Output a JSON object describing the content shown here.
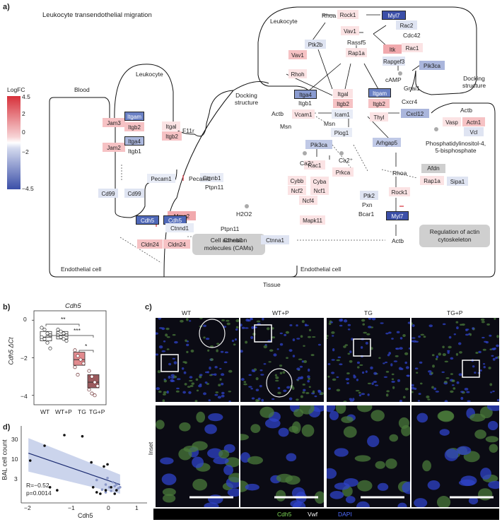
{
  "panel_labels": {
    "a": "a)",
    "b": "b)",
    "c": "c)",
    "d": "d)"
  },
  "pathway": {
    "title": "Leukocyte transendothelial migration",
    "compartments": {
      "blood": "Blood",
      "leukocyte_left": "Leukocyte",
      "leukocyte_right": "Leukocyte",
      "docking_mid": "Docking\nstructure",
      "docking_right": "Docking\nstructure",
      "endothelial_left": "Endothelial cell",
      "endothelial_right": "Endothelial cell",
      "tissue": "Tissue"
    },
    "gray_boxes": {
      "cams": "Cell adhesion\nmolecules (CAMs)",
      "actin": "Regulation of actin\ncytoskeleton",
      "afdn": "Afdn"
    },
    "legend": {
      "title": "LogFC",
      "ticks": [
        "4.5",
        "2",
        "0",
        "−2",
        "−4.5"
      ],
      "color_high": "#d7303a",
      "color_low": "#3b4fa8"
    },
    "genes": [
      {
        "id": "Jam3",
        "color": "#f6c2c4"
      },
      {
        "id": "Itgam_l",
        "text": "Itgam",
        "color": "#6a80c4"
      },
      {
        "id": "Itgb2_l",
        "text": "Itgb2",
        "color": "#f6c2c4"
      },
      {
        "id": "Jam2",
        "color": "#f6c2c4"
      },
      {
        "id": "Itga4_l",
        "text": "Itga4",
        "color": "#aab6dc"
      },
      {
        "id": "Cd99_a",
        "text": "Cd99",
        "color": "#dfe4f2"
      },
      {
        "id": "Cd99_b",
        "text": "Cd99",
        "color": "#dfe4f2"
      },
      {
        "id": "Itgal_m",
        "text": "Itgal",
        "color": "#fbe3e4"
      },
      {
        "id": "Itgb2_m",
        "text": "Itgb2",
        "color": "#f6c2c4"
      },
      {
        "id": "Pecam1_a",
        "text": "Pecam1",
        "color": "#e8ecf6"
      },
      {
        "id": "Ctnnb1_a",
        "text": "Ctnnb1",
        "color": "#e8ecf6"
      },
      {
        "id": "Mmp2",
        "color": "#f1a9ad"
      },
      {
        "id": "Cdh5_a",
        "text": "Cdh5",
        "color": "#4f68b8"
      },
      {
        "id": "Cdh5_b",
        "text": "Cdh5",
        "color": "#4f68b8"
      },
      {
        "id": "Cldn24_a",
        "text": "Cldn24",
        "color": "#f6c2c4"
      },
      {
        "id": "Cldn24_b",
        "text": "Cldn24",
        "color": "#f6c2c4"
      },
      {
        "id": "Ctnnd1",
        "color": "#e8ecf6"
      },
      {
        "id": "Ctnna1",
        "color": "#dfe4f2"
      },
      {
        "id": "Myl7_t",
        "text": "Myl7",
        "color": "#3b4fa8"
      },
      {
        "id": "Rac2",
        "color": "#dfe4f2"
      },
      {
        "id": "Vav1_a",
        "text": "Vav1",
        "color": "#fbe3e4"
      },
      {
        "id": "Rac1_a",
        "text": "Rac1",
        "color": "#fbe3e4"
      },
      {
        "id": "Ptk2b",
        "color": "#dfe4f2"
      },
      {
        "id": "Rap1a_a",
        "text": "Rap1a",
        "color": "#fbe3e4"
      },
      {
        "id": "Itk",
        "color": "#f1a9ad"
      },
      {
        "id": "Vav1_b",
        "text": "Vav1",
        "color": "#f6c2c4"
      },
      {
        "id": "Rapgef3",
        "color": "#dfe4f2"
      },
      {
        "id": "Pik3ca_a",
        "text": "Pik3ca",
        "color": "#aab6dc"
      },
      {
        "id": "Rhoh",
        "color": "#fbe3e4"
      },
      {
        "id": "Itga4_r",
        "text": "Itga4",
        "color": "#8a9bd0"
      },
      {
        "id": "Itgal_r",
        "text": "Itgal",
        "color": "#fbe3e4"
      },
      {
        "id": "Itgam_r",
        "text": "Itgam",
        "color": "#6a80c4"
      },
      {
        "id": "Itgb2_r1",
        "text": "Itgb2",
        "color": "#f6c2c4"
      },
      {
        "id": "Itgb2_r2",
        "text": "Itgb2",
        "color": "#f6c2c4"
      },
      {
        "id": "Vcam1",
        "color": "#fbe3e4"
      },
      {
        "id": "Icam1",
        "color": "#e8ecf6"
      },
      {
        "id": "Thyl",
        "color": "#fbe3e4"
      },
      {
        "id": "Cxcl12",
        "color": "#aab6dc"
      },
      {
        "id": "Plog1",
        "color": "#e8ecf6"
      },
      {
        "id": "Arhgap5",
        "color": "#c0c9e6"
      },
      {
        "id": "Pik3ca_b",
        "text": "Pik3ca",
        "color": "#c0c9e6"
      },
      {
        "id": "Rac1_b",
        "text": "Rac1",
        "color": "#fbe3e4"
      },
      {
        "id": "Cybb",
        "color": "#fbe3e4"
      },
      {
        "id": "Cyba",
        "color": "#fbe3e4"
      },
      {
        "id": "Ncf2",
        "color": "#fbe3e4"
      },
      {
        "id": "Ncf1",
        "color": "#fbe3e4"
      },
      {
        "id": "Ncf4",
        "color": "#fbe3e4"
      },
      {
        "id": "Prkca",
        "color": "#fbe3e4"
      },
      {
        "id": "Mapk11",
        "color": "#fbe3e4"
      },
      {
        "id": "Ptk2",
        "color": "#dfe4f2"
      },
      {
        "id": "Rock1_b",
        "text": "Rock1",
        "color": "#fbe3e4"
      },
      {
        "id": "Myl7_b",
        "text": "Myl7",
        "color": "#3b4fa8"
      },
      {
        "id": "Rap1a_b",
        "text": "Rap1a",
        "color": "#fbe3e4"
      },
      {
        "id": "Sipa1",
        "color": "#dfe4f2"
      },
      {
        "id": "Vasp",
        "color": "#fbe3e4"
      },
      {
        "id": "Actn1",
        "color": "#f6c2c4"
      },
      {
        "id": "Vcl",
        "color": "#dfe4f2"
      },
      {
        "id": "Rock1_t",
        "text": "Rock1",
        "color": "#fbe3e4"
      }
    ],
    "plain_labels": {
      "itgb1_l": "Itgb1",
      "f11r": "F11r",
      "pecam1_b": "Pecam1",
      "ptpn11_a": "Ptpn11",
      "h2o2": "H2O2",
      "ptpn11_b": "Ptpn11",
      "ctnnb1_b": "Ctnnb1",
      "actb_low": "Actb",
      "rhoa_t": "Rhoa",
      "cdc42": "Cdc42",
      "rassf5": "Rassf5",
      "camp": "cAMP",
      "gnai1": "Gnai1",
      "cxcr4": "Cxcr4",
      "itgb1_r": "Itgb1",
      "actb_m": "Actb",
      "msn_a": "Msn",
      "msn_b": "Msn",
      "ca2_a": "Ca2⁺",
      "ca2_b": "Ca2⁺",
      "rhoa_m": "Rhoa",
      "pxn": "Pxn",
      "bcar1": "Bcar1",
      "actb_r": "Actb",
      "pip": "Phosphatidylinositol-4,\n5-bisphosphate"
    }
  },
  "boxplot": {
    "title": "Cdh5",
    "ylabel": "Cdh5 ΔCt",
    "yticks": [
      "0",
      "−2",
      "−4"
    ],
    "categories": [
      "WT",
      "WT+P",
      "TG",
      "TG+P"
    ],
    "sig": [
      "**",
      "***",
      "*"
    ],
    "chart_data": {
      "type": "box",
      "title": "Cdh5",
      "ylabel": "Cdh5 ΔCt",
      "ylim": [
        -4.5,
        0.5
      ],
      "categories": [
        "WT",
        "WT+P",
        "TG",
        "TG+P"
      ],
      "medians": [
        -0.9,
        -0.8,
        -2.1,
        -3.3
      ],
      "q1": [
        -1.1,
        -1.0,
        -2.4,
        -3.6
      ],
      "q3": [
        -0.6,
        -0.6,
        -1.7,
        -2.9
      ],
      "points": [
        [
          -0.4,
          -0.5,
          -0.7,
          -0.8,
          -0.9,
          -1.0,
          -1.2,
          -1.5
        ],
        [
          -0.5,
          -0.6,
          -0.7,
          -0.8,
          -0.8,
          -0.9,
          -1.0,
          -1.1
        ],
        [
          -1.6,
          -1.9,
          -2.1,
          -2.3,
          -2.5,
          -2.9
        ],
        [
          -2.7,
          -3.0,
          -3.3,
          -3.5,
          -3.7,
          -3.9,
          -4.0
        ]
      ],
      "colors": [
        "#ffffff",
        "#ffffff",
        "#e28a8e",
        "#9b5a5d"
      ]
    }
  },
  "scatter": {
    "ylabel": "BAL cell count",
    "xlabel": "Cdh5",
    "stats": {
      "r": "R=−0.52",
      "p": "p=0.0014"
    },
    "yticks": [
      "30",
      "10",
      "3"
    ],
    "xticks": [
      "−2",
      "−1",
      "0",
      "1"
    ],
    "chart_data": {
      "type": "scatter",
      "xlabel": "Cdh5",
      "ylabel": "BAL cell count",
      "xlim": [
        -2.3,
        1.2
      ],
      "ylim_log": [
        2,
        60
      ],
      "fit": {
        "x": [
          -2.1,
          0.45
        ],
        "y": [
          18,
          4.5
        ]
      },
      "black": [
        [
          -2.05,
          13
        ],
        [
          -1.5,
          4
        ],
        [
          -1.3,
          3.5
        ],
        [
          -1.1,
          40
        ],
        [
          -0.6,
          38
        ],
        [
          -0.35,
          12
        ],
        [
          -0.3,
          4
        ],
        [
          -0.1,
          3
        ],
        [
          0.0,
          10
        ],
        [
          0.1,
          11
        ],
        [
          0.2,
          4
        ],
        [
          0.3,
          3
        ],
        [
          0.35,
          3.5
        ],
        [
          -0.2,
          3.2
        ],
        [
          -1.65,
          25
        ],
        [
          0.05,
          3.5
        ]
      ],
      "gray": [
        [
          -0.05,
          3.6
        ],
        [
          0.05,
          4.5
        ],
        [
          0.15,
          4
        ],
        [
          0.25,
          5
        ],
        [
          0.3,
          4.2
        ],
        [
          0.4,
          3.8
        ],
        [
          0.1,
          6
        ],
        [
          -0.2,
          5.5
        ],
        [
          0.2,
          3.4
        ],
        [
          0.35,
          4.5
        ],
        [
          0.45,
          4
        ],
        [
          0.05,
          3.2
        ]
      ]
    }
  },
  "micrographs": {
    "cols": [
      "WT",
      "WT+P",
      "TG",
      "TG+P"
    ],
    "row2_label": "Inset",
    "legend": {
      "cdh5": "Cdh5",
      "vwf": "Vwf",
      "dapi": "DAPI"
    }
  }
}
